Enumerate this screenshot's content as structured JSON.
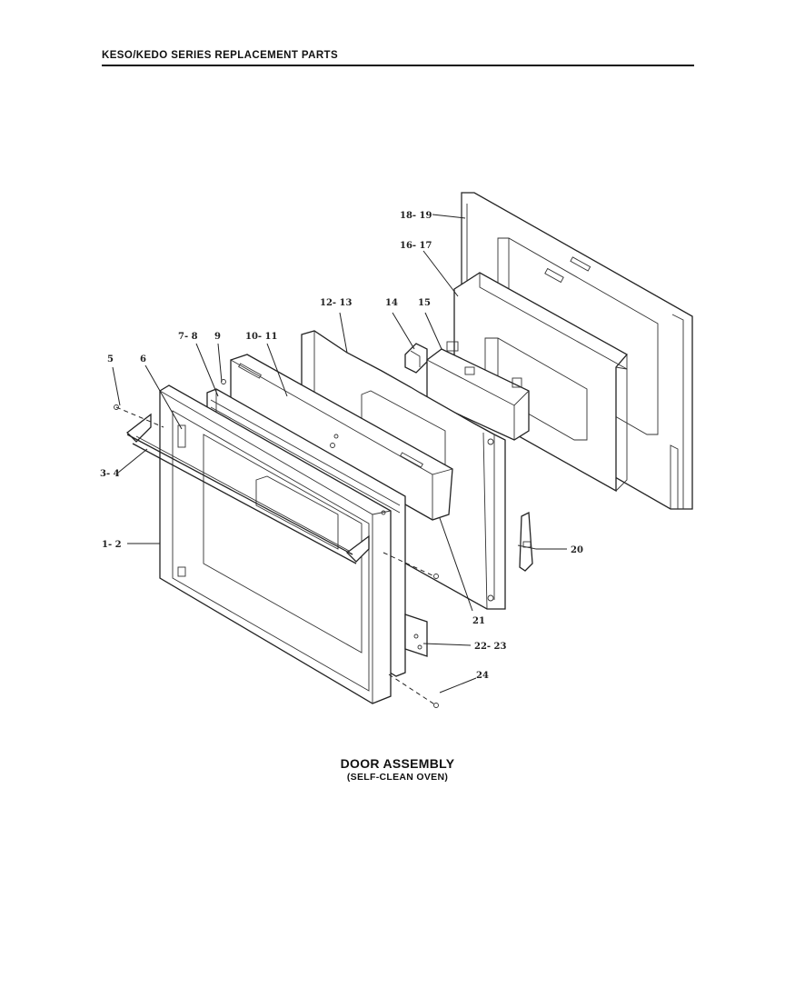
{
  "header": {
    "title": "KESO/KEDO SERIES REPLACEMENT PARTS"
  },
  "caption": {
    "title": "DOOR ASSEMBLY",
    "subtitle": "(SELF-CLEAN OVEN)"
  },
  "callouts": {
    "p18_19": "18- 19",
    "p16_17": "16- 17",
    "p12_13": "12- 13",
    "p14": "14",
    "p15": "15",
    "p7_8": "7- 8",
    "p9": "9",
    "p10_11": "10- 11",
    "p5": "5",
    "p6": "6",
    "p3_4": "3- 4",
    "p1_2": "1- 2",
    "p20": "20",
    "p21": "21",
    "p22_23": "22- 23",
    "p24": "24"
  }
}
